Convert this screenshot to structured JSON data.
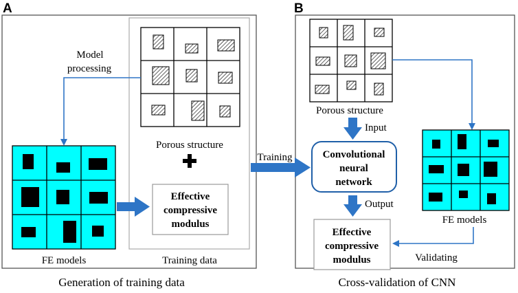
{
  "panels": {
    "a": {
      "letter": "A",
      "caption": "Generation of training data",
      "training_data_label": "Training data",
      "porous_label": "Porous structure",
      "fe_label": "FE models",
      "model_processing_1": "Model",
      "model_processing_2": "processing",
      "modulus_1": "Effective",
      "modulus_2": "compressive",
      "modulus_3": "modulus"
    },
    "b": {
      "letter": "B",
      "caption": "Cross-validation of CNN",
      "porous_label": "Porous structure",
      "input_label": "Input",
      "output_label": "Output",
      "cnn_1": "Convolutional",
      "cnn_2": "neural",
      "cnn_3": "network",
      "fe_label": "FE models",
      "validating_label": "Validating",
      "modulus_1": "Effective",
      "modulus_2": "compressive",
      "modulus_3": "modulus"
    },
    "training_arrow_label": "Training"
  },
  "colors": {
    "fe_fill": "#00ffff",
    "arrow_blue": "#2e75c6",
    "cnn_border": "#1f5fa8",
    "panel_border": "#555555",
    "inner_border": "#aaaaaa"
  }
}
